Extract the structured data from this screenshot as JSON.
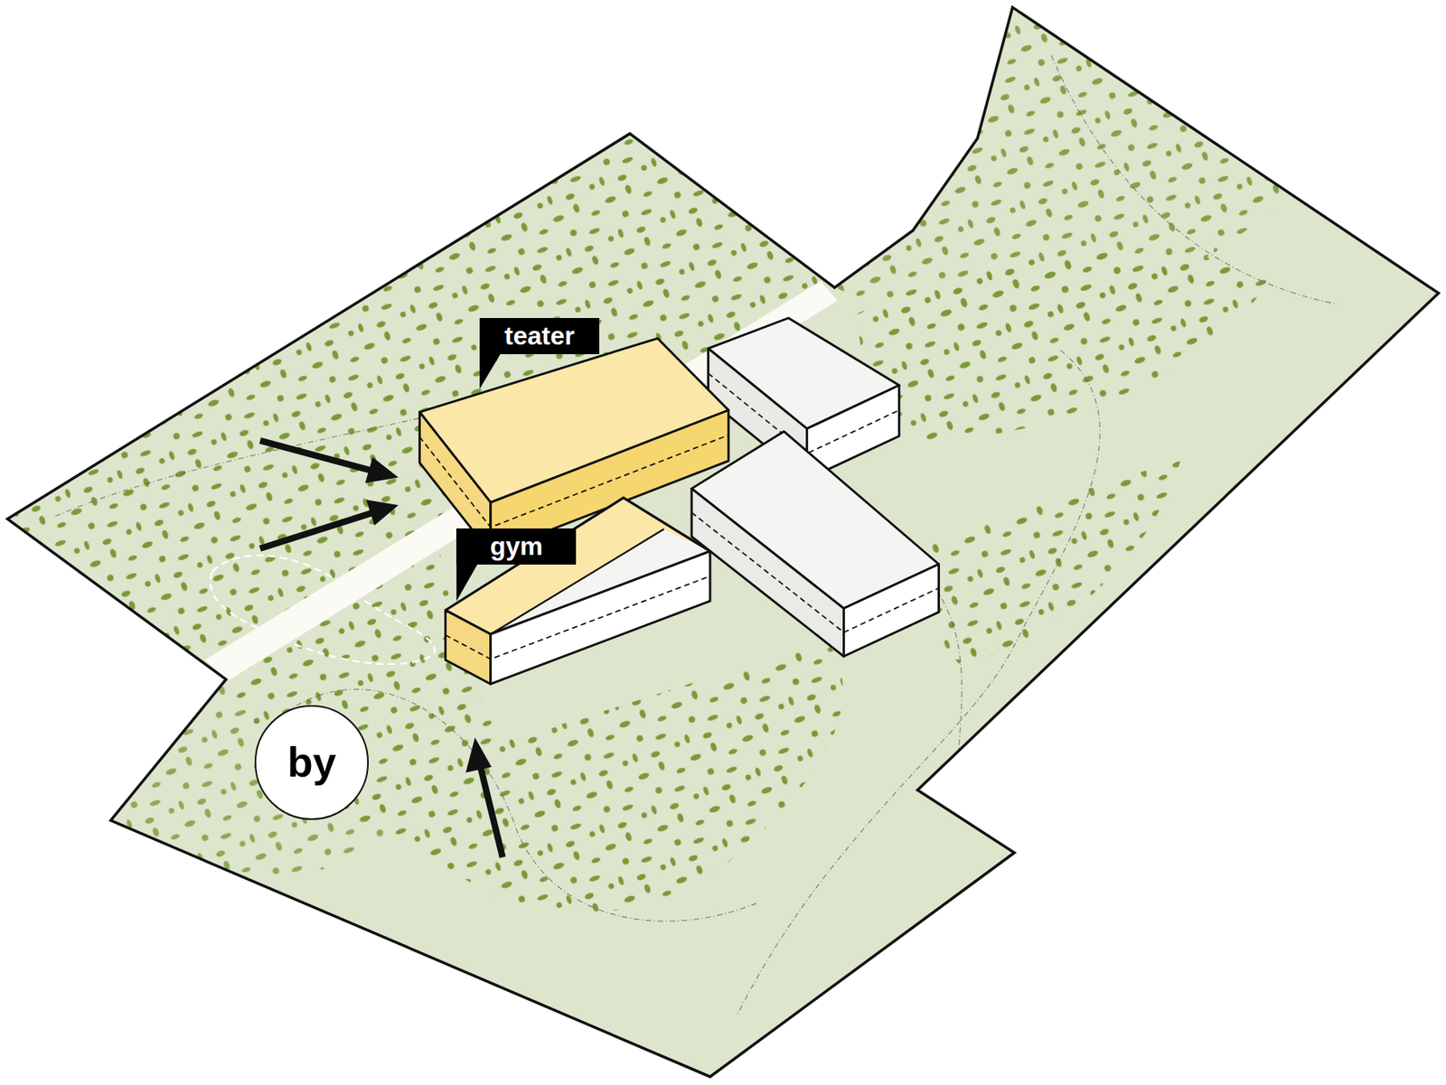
{
  "diagram": {
    "nodes": [
      {
        "text": [
          "teater"
        ]
      },
      {
        "text": [
          "gym"
        ]
      },
      {
        "text": [
          "by"
        ]
      }
    ]
  }
}
